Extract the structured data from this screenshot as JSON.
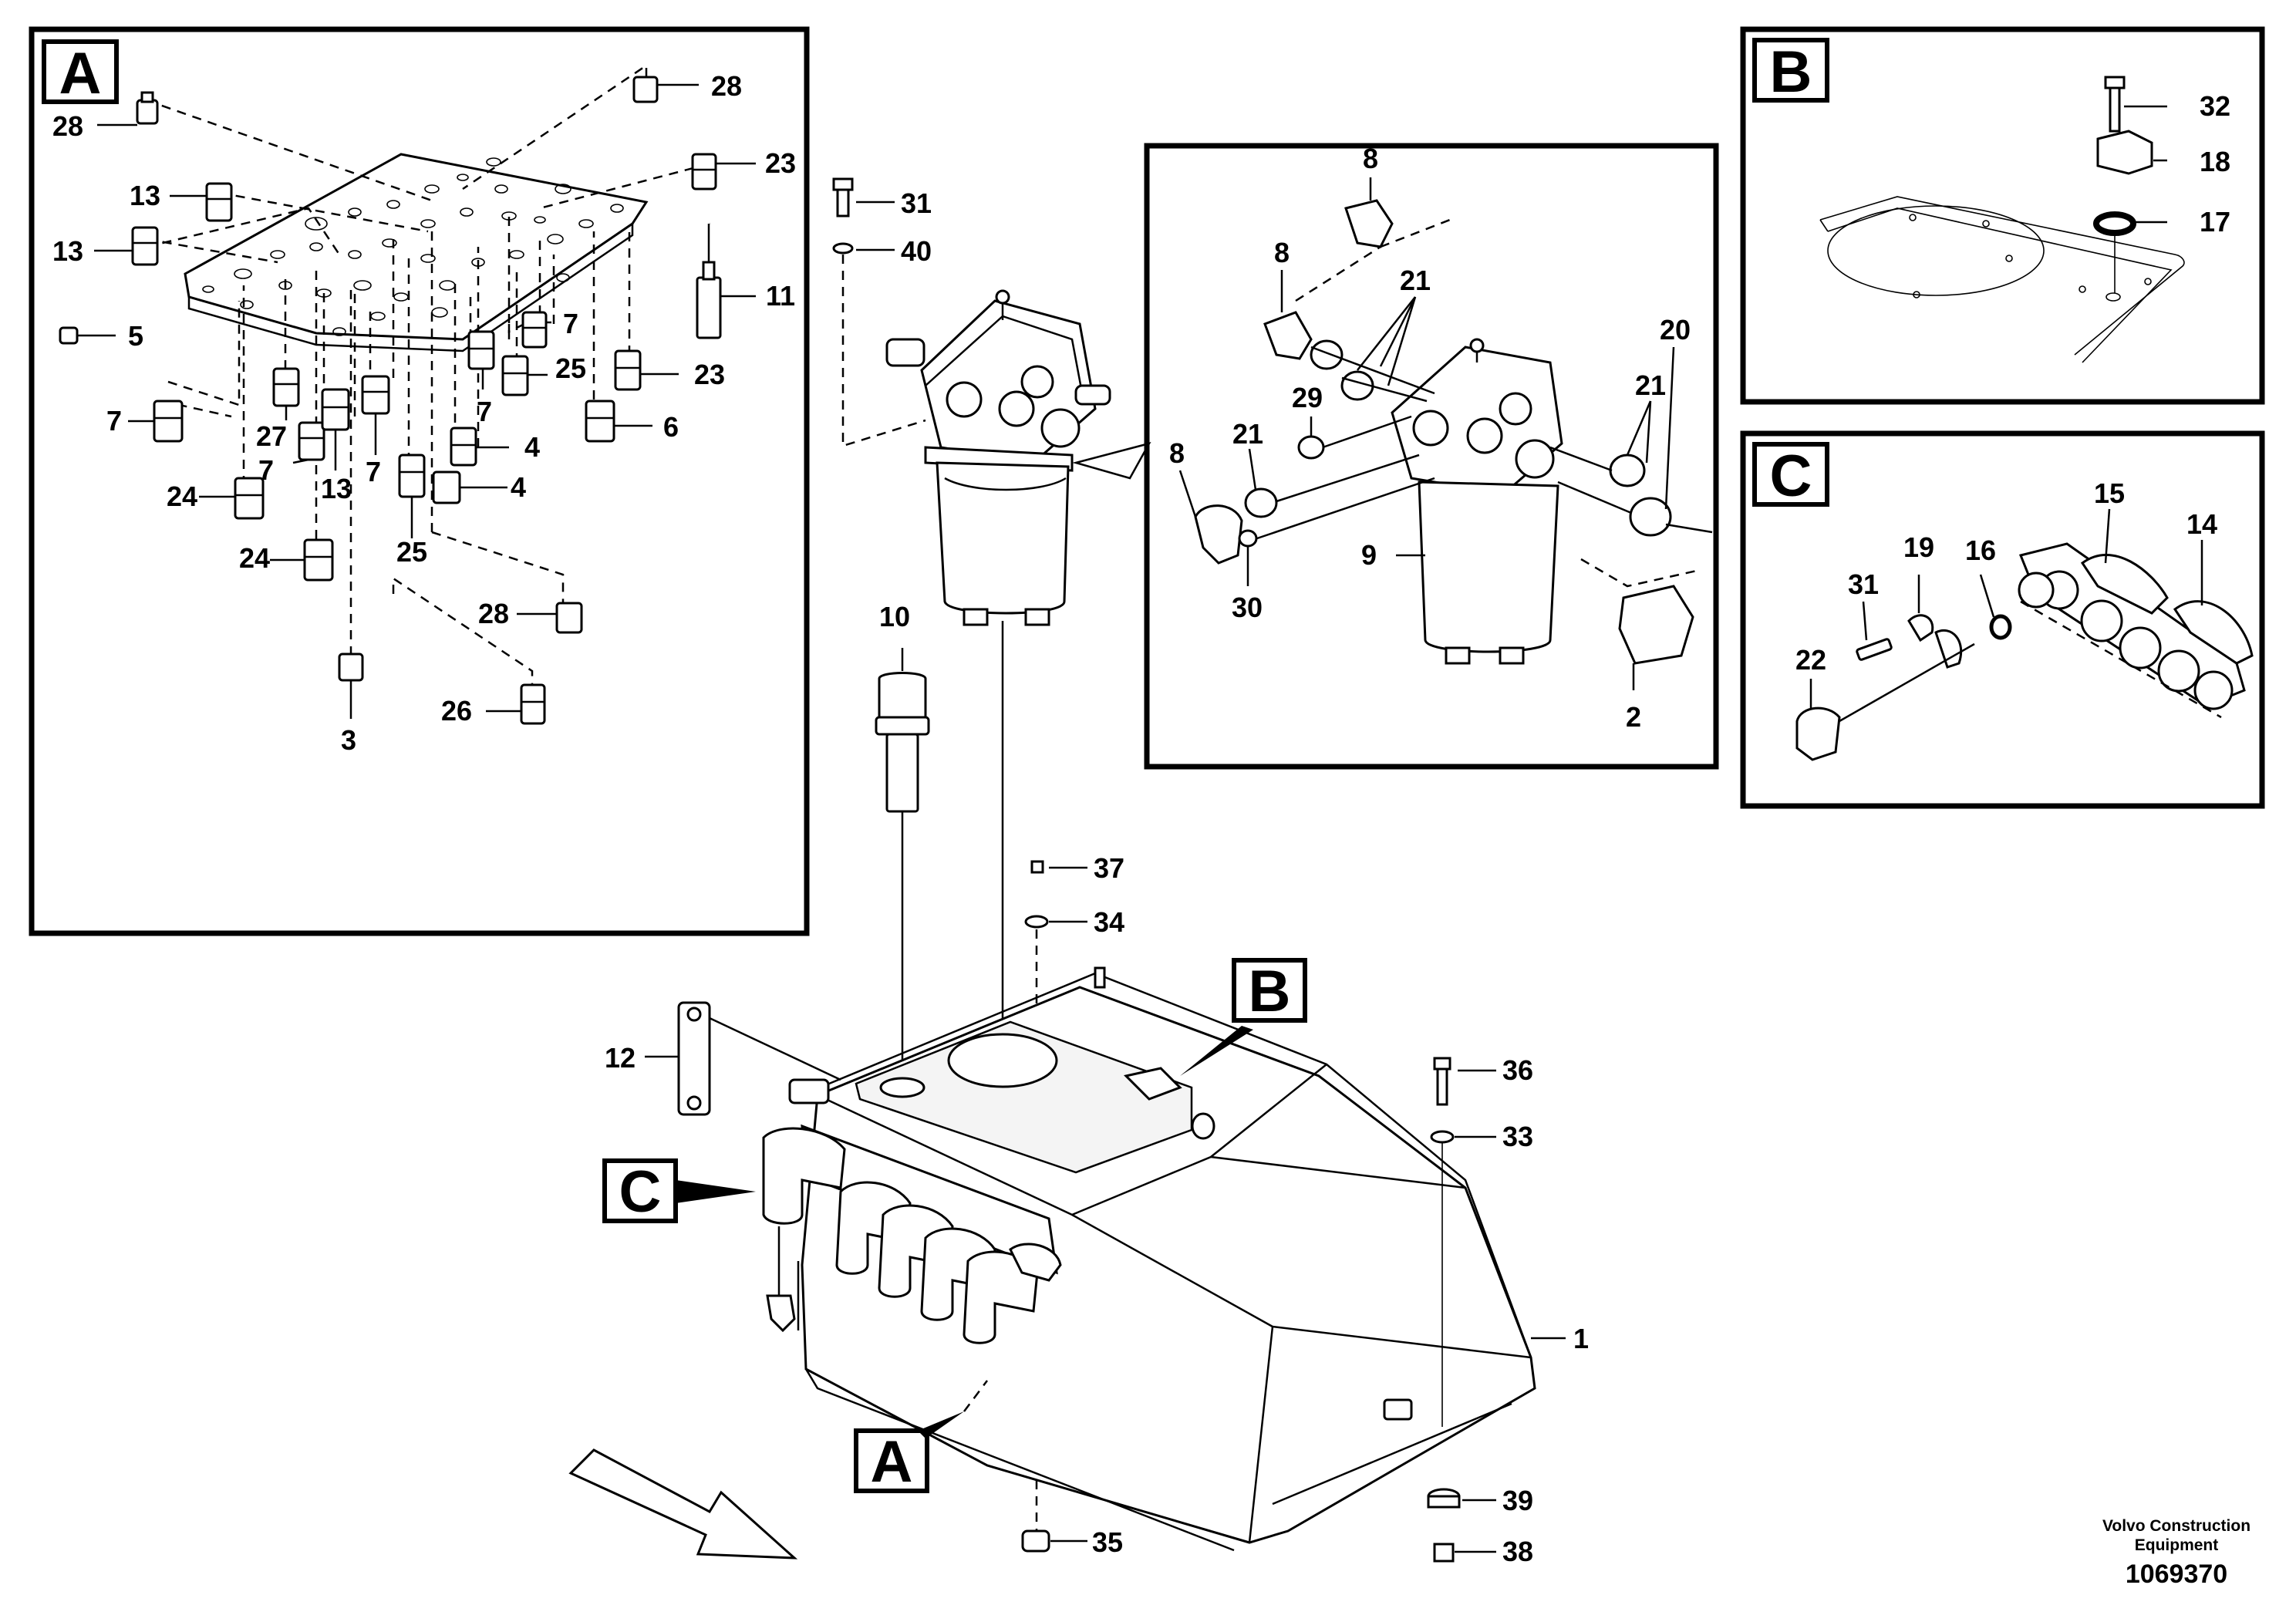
{
  "boxes": {
    "a": "A",
    "b": "B",
    "c": "C"
  },
  "callouts": {
    "a": "A",
    "b": "B",
    "c": "C"
  },
  "labels": {
    "pA28a": "28",
    "pA28b": "28",
    "pA23a": "23",
    "pA13a": "13",
    "pA13b": "13",
    "pA11": "11",
    "pA5": "5",
    "pA7a": "7",
    "pA25a": "25",
    "pA23b": "23",
    "pA7b": "7",
    "pA6": "6",
    "pA7c": "7",
    "pA27": "27",
    "pA4a": "4",
    "pA7d": "7",
    "pA13c": "13",
    "pA7e": "7",
    "pA24a": "24",
    "pA4b": "4",
    "pA25b": "25",
    "pA24b": "24",
    "pA28c": "28",
    "pA26": "26",
    "pA3": "3",
    "p31": "31",
    "p40": "40",
    "p10": "10",
    "p37": "37",
    "p34": "34",
    "p12": "12",
    "p36": "36",
    "p33": "33",
    "p1": "1",
    "p39": "39",
    "p35": "35",
    "p38": "38",
    "f8a": "8",
    "f8b": "8",
    "f21a": "21",
    "f20": "20",
    "f29": "29",
    "f21b": "21",
    "f21c": "21",
    "f8c": "8",
    "f30": "30",
    "f9": "9",
    "f2": "2",
    "b32": "32",
    "b18": "18",
    "b17": "17",
    "c15": "15",
    "c14": "14",
    "c19": "19",
    "c16": "16",
    "c31": "31",
    "c22": "22"
  },
  "footer": {
    "line1": "Volvo Construction",
    "line2": "Equipment",
    "number": "1069370"
  }
}
